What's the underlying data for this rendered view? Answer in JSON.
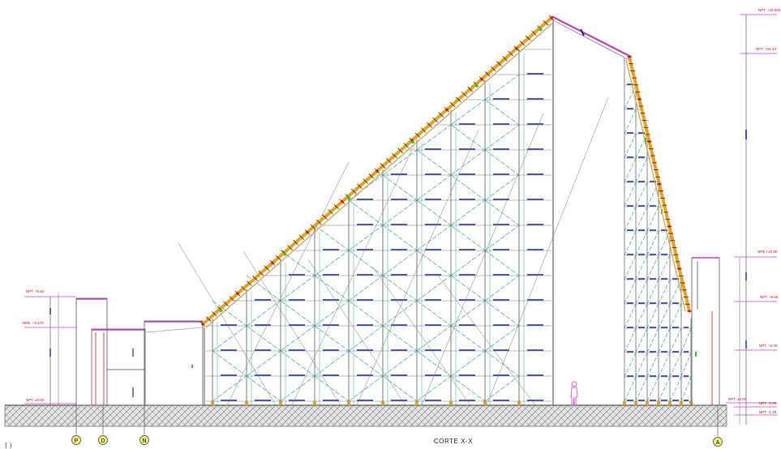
{
  "drawing": {
    "caption": "CORTE X-X",
    "corner_mark": "( )",
    "axes": [
      {
        "label": "P"
      },
      {
        "label": "D"
      },
      {
        "label": "N"
      },
      {
        "label": "A"
      }
    ],
    "levels_left": [
      {
        "label": "NPT. +5.52"
      },
      {
        "label": "NPB. +3.278"
      },
      {
        "label": "NPT. ±0.00"
      }
    ],
    "levels_right": [
      {
        "label": "NPT. +28.800"
      },
      {
        "label": "NPT. +26.43"
      },
      {
        "label": "NPB +10.80"
      },
      {
        "label": "NPT. +8.65"
      },
      {
        "label": "NPT. +4.00"
      },
      {
        "label": "NPT. ±0.00"
      },
      {
        "label": "NPT. -0.00"
      },
      {
        "label": "NPT. -1.20"
      }
    ],
    "colors": {
      "structure": "#7a7a7a",
      "teal_bracing": "#3aa0a0",
      "blue_ledger": "#1a2a9a",
      "orange_base": "#e8a020",
      "red_level": "#d01010",
      "magenta_roof": "#c040c0",
      "green_marker": "#22cc22",
      "ground_hatch": "#8a8a8a"
    }
  }
}
